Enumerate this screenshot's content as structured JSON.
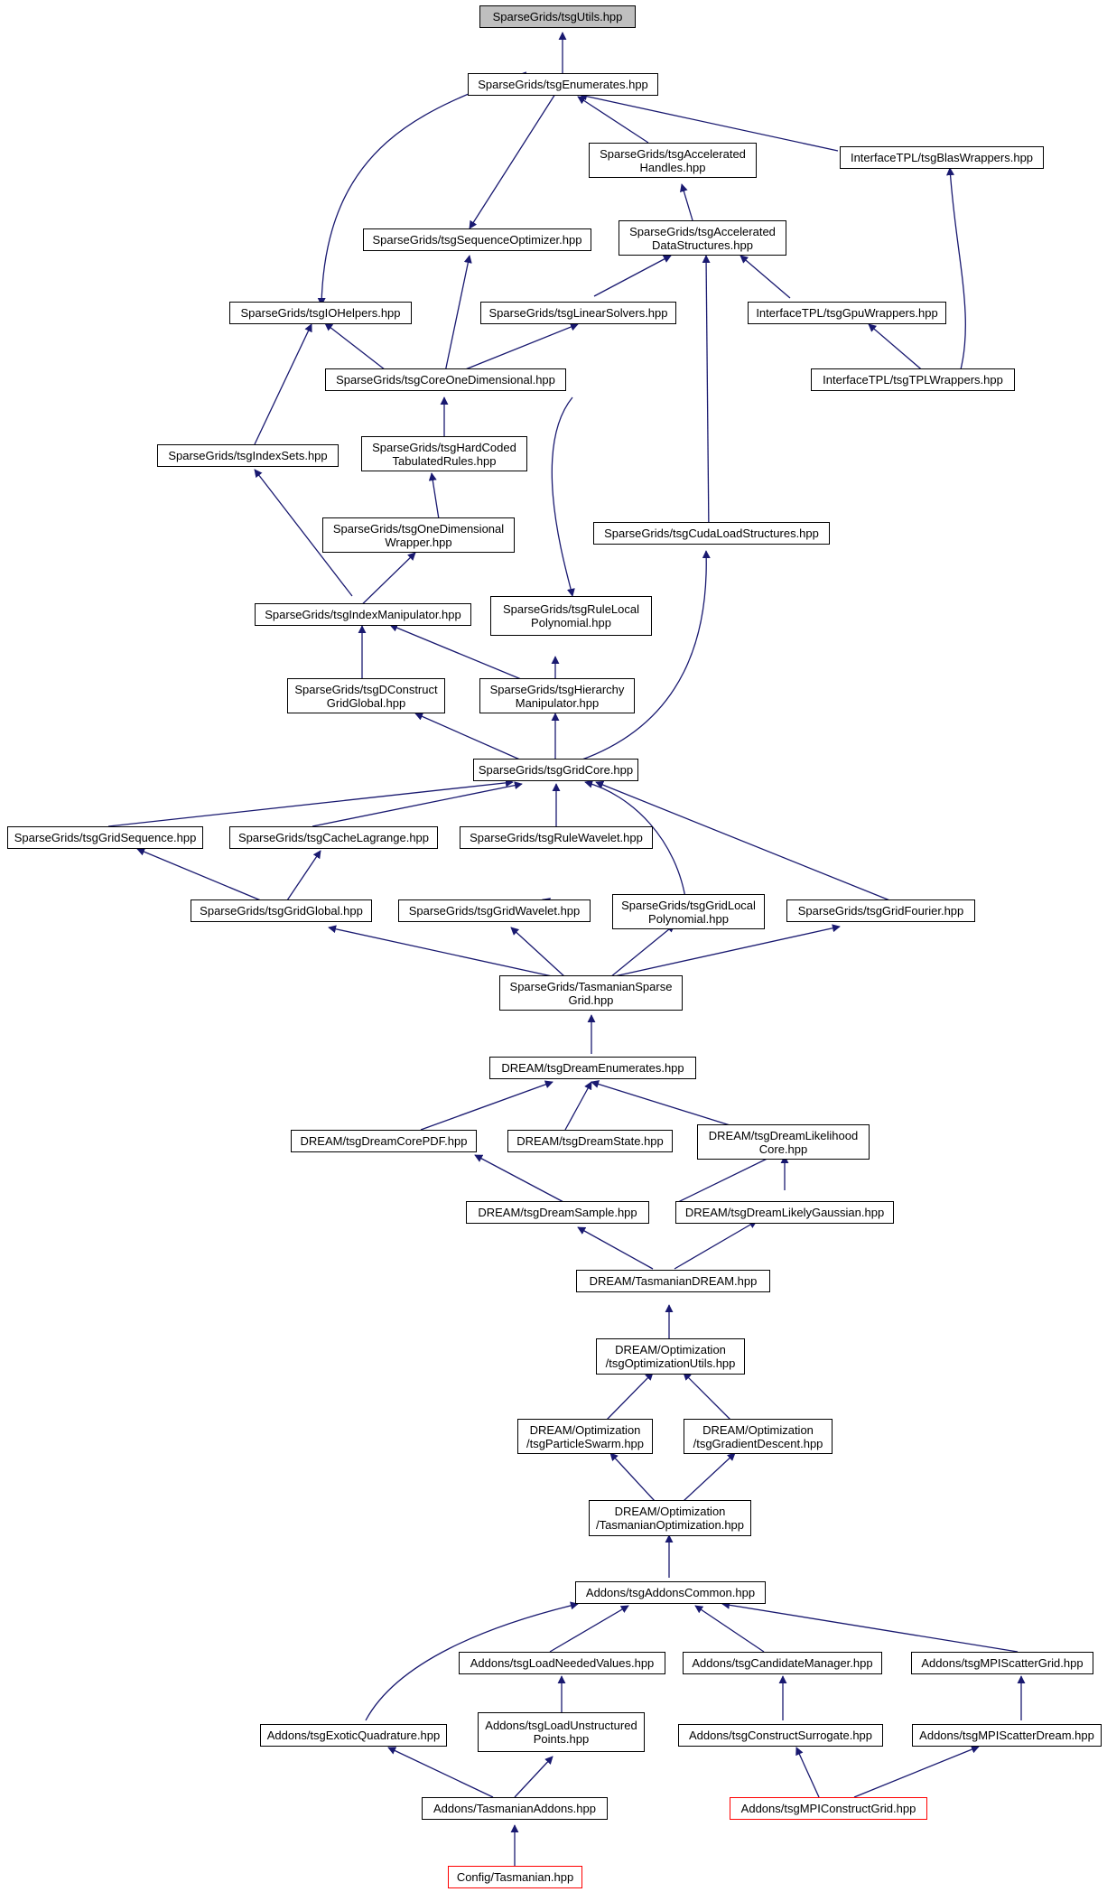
{
  "colors": {
    "edge": "#191970",
    "node_border": "#000000",
    "highlight_border": "#ff0000",
    "root_fill": "#bfbfbf"
  },
  "nodes": {
    "utils": "SparseGrids/tsgUtils.hpp",
    "enumerates": "SparseGrids/tsgEnumerates.hpp",
    "accel_handles": "SparseGrids/tsgAccelerated\nHandles.hpp",
    "blas": "InterfaceTPL/tsgBlasWrappers.hpp",
    "seqopt": "SparseGrids/tsgSequenceOptimizer.hpp",
    "accel_ds": "SparseGrids/tsgAccelerated\nDataStructures.hpp",
    "iohelpers": "SparseGrids/tsgIOHelpers.hpp",
    "linsolvers": "SparseGrids/tsgLinearSolvers.hpp",
    "gpuwrap": "InterfaceTPL/tsgGpuWrappers.hpp",
    "core1d": "SparseGrids/tsgCoreOneDimensional.hpp",
    "tplwrap": "InterfaceTPL/tsgTPLWrappers.hpp",
    "indexsets": "SparseGrids/tsgIndexSets.hpp",
    "hardcoded": "SparseGrids/tsgHardCoded\nTabulatedRules.hpp",
    "onedimwrap": "SparseGrids/tsgOneDimensional\nWrapper.hpp",
    "cudaload": "SparseGrids/tsgCudaLoadStructures.hpp",
    "indexmanip": "SparseGrids/tsgIndexManipulator.hpp",
    "rulelocal": "SparseGrids/tsgRuleLocal\nPolynomial.hpp",
    "dconstruct": "SparseGrids/tsgDConstruct\nGridGlobal.hpp",
    "hierarchy": "SparseGrids/tsgHierarchy\nManipulator.hpp",
    "gridcore": "SparseGrids/tsgGridCore.hpp",
    "gridseq": "SparseGrids/tsgGridSequence.hpp",
    "cachelag": "SparseGrids/tsgCacheLagrange.hpp",
    "rulewavelet": "SparseGrids/tsgRuleWavelet.hpp",
    "gridglobal": "SparseGrids/tsgGridGlobal.hpp",
    "gridwavelet": "SparseGrids/tsgGridWavelet.hpp",
    "gridlocal": "SparseGrids/tsgGridLocal\nPolynomial.hpp",
    "gridfourier": "SparseGrids/tsgGridFourier.hpp",
    "tasmaniansparse": "SparseGrids/TasmanianSparse\nGrid.hpp",
    "dreamenum": "DREAM/tsgDreamEnumerates.hpp",
    "dreamcorepdf": "DREAM/tsgDreamCorePDF.hpp",
    "dreamstate": "DREAM/tsgDreamState.hpp",
    "dreamlikecore": "DREAM/tsgDreamLikelihood\nCore.hpp",
    "dreamsample": "DREAM/tsgDreamSample.hpp",
    "dreamgauss": "DREAM/tsgDreamLikelyGaussian.hpp",
    "tasdream": "DREAM/TasmanianDREAM.hpp",
    "optutils": "DREAM/Optimization\n/tsgOptimizationUtils.hpp",
    "particle": "DREAM/Optimization\n/tsgParticleSwarm.hpp",
    "graddesc": "DREAM/Optimization\n/tsgGradientDescent.hpp",
    "tasopt": "DREAM/Optimization\n/TasmanianOptimization.hpp",
    "addonscommon": "Addons/tsgAddonsCommon.hpp",
    "loadneeded": "Addons/tsgLoadNeededValues.hpp",
    "candidate": "Addons/tsgCandidateManager.hpp",
    "mpiscatter": "Addons/tsgMPIScatterGrid.hpp",
    "exotic": "Addons/tsgExoticQuadrature.hpp",
    "loadunstruct": "Addons/tsgLoadUnstructured\nPoints.hpp",
    "constructsurr": "Addons/tsgConstructSurrogate.hpp",
    "mpidream": "Addons/tsgMPIScatterDream.hpp",
    "tasaddons": "Addons/TasmanianAddons.hpp",
    "mpiconstruct": "Addons/tsgMPIConstructGrid.hpp",
    "tasmanian": "Config/Tasmanian.hpp"
  }
}
